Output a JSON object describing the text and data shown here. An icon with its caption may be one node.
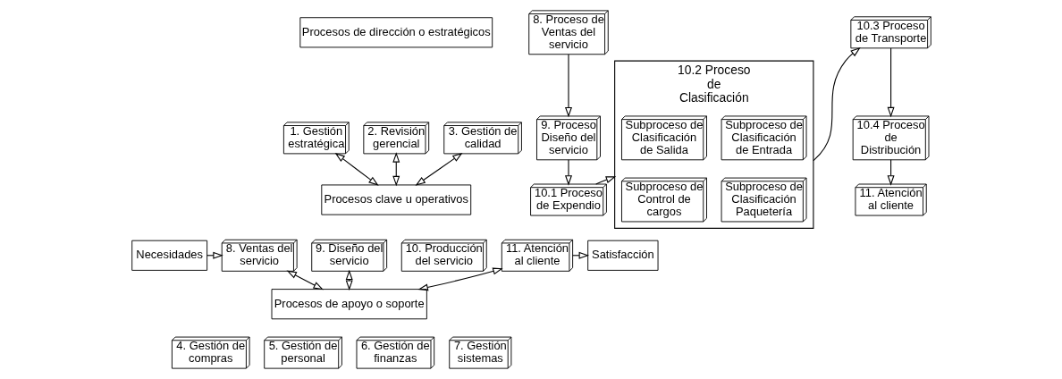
{
  "diagram": {
    "nodes": [
      {
        "text": [
          "Procesos de dirección o estratégicos"
        ]
      },
      {
        "text": [
          "1. Gestión estratégica"
        ]
      },
      {
        "text": [
          "2. Revisión gerencial"
        ]
      },
      {
        "text": [
          "3. Gestión de calidad"
        ]
      },
      {
        "text": [
          "Procesos clave u operativos"
        ]
      },
      {
        "text": [
          "8. Ventas del servicio"
        ]
      },
      {
        "text": [
          "9. Diseño del servicio"
        ]
      },
      {
        "text": [
          "10. Producción del servicio"
        ]
      },
      {
        "text": [
          "11. Atención al cliente"
        ]
      },
      {
        "text": [
          "Procesos de apoyo o soporte"
        ]
      },
      {
        "text": [
          "4. Gestión de compras"
        ]
      },
      {
        "text": [
          "5. Gestión de personal"
        ]
      },
      {
        "text": [
          "6. Gestión de finanzas"
        ]
      },
      {
        "text": [
          "7. Gestión sistemas"
        ]
      },
      {
        "text": [
          "Necesidades"
        ]
      },
      {
        "text": [
          "Satisfacción"
        ]
      },
      {
        "text": [
          "8. Proceso de Ventas del servicio"
        ]
      },
      {
        "text": [
          "9. Proceso Diseño del servicio"
        ]
      },
      {
        "text": [
          "10.1 Proceso de Expendio"
        ]
      },
      {
        "text": [
          "10.2 Proceso de Clasificación"
        ]
      },
      {
        "text": [
          "Subproceso de Clasificación de Entrada"
        ],
        "in": 19
      },
      {
        "text": [
          "Subproceso de Clasificación de Salida"
        ],
        "in": 19
      },
      {
        "text": [
          "Subproceso de Clasificación Paquetería"
        ],
        "in": 19
      },
      {
        "text": [
          "Subproceso de Control de cargos"
        ],
        "in": 19
      },
      {
        "text": [
          "10.3 Proceso de Transporte"
        ]
      },
      {
        "text": [
          "10.4 Proceso de Distribución"
        ]
      },
      {
        "text": [
          "11. Atención al cliente"
        ]
      }
    ],
    "edges": [
      {
        "from": 1,
        "to": 4,
        "arrow": "both"
      },
      {
        "from": 2,
        "to": 4,
        "arrow": "both"
      },
      {
        "from": 3,
        "to": 4,
        "arrow": "both"
      },
      {
        "from": 5,
        "to": 9,
        "arrow": "both"
      },
      {
        "from": 6,
        "to": 9,
        "arrow": "both"
      },
      {
        "from": 8,
        "to": 9,
        "arrow": "both"
      },
      {
        "from": 14,
        "to": 5,
        "arrow": "to"
      },
      {
        "from": 8,
        "to": 15,
        "arrow": "to"
      },
      {
        "from": 16,
        "to": 17,
        "arrow": "to"
      },
      {
        "from": 17,
        "to": 18,
        "arrow": "to"
      },
      {
        "from": 18,
        "to": 19,
        "arrow": "to"
      },
      {
        "from": 19,
        "to": 24,
        "arrow": "to"
      },
      {
        "from": 24,
        "to": 25,
        "arrow": "to"
      },
      {
        "from": 25,
        "to": 26,
        "arrow": "to"
      }
    ]
  }
}
